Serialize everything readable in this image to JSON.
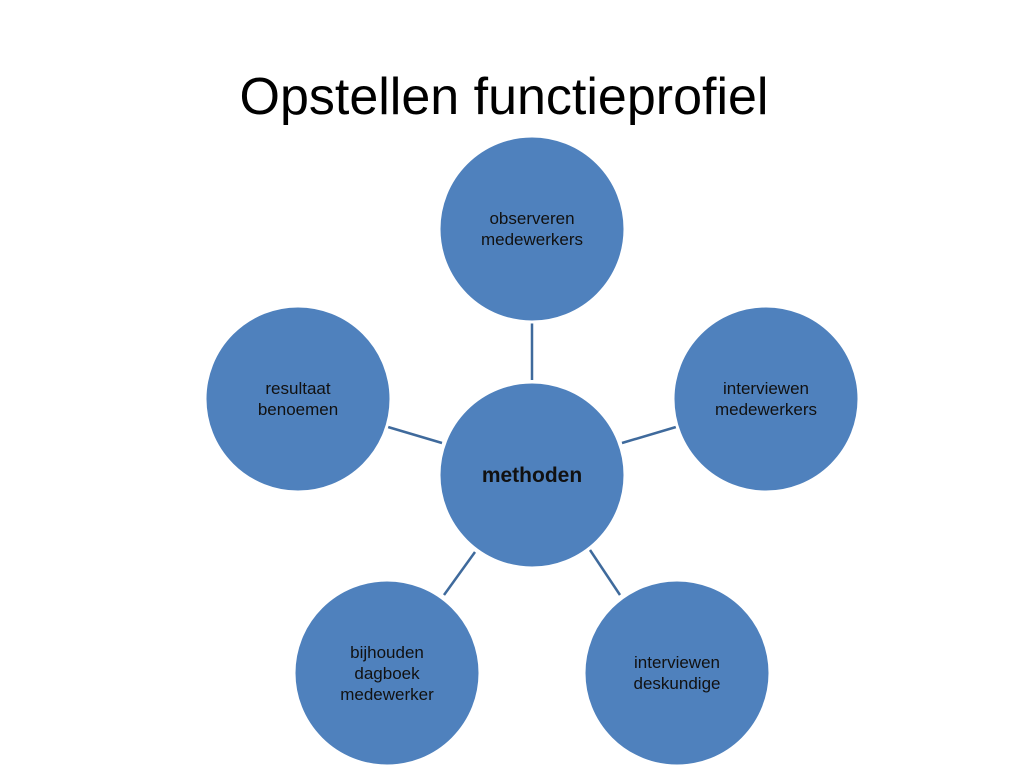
{
  "slide": {
    "title": "Opstellen functieprofiel"
  },
  "diagram": {
    "center": {
      "label": "methoden"
    },
    "nodes": [
      {
        "label": "observeren medewerkers"
      },
      {
        "label": "interviewen medewerkers"
      },
      {
        "label": "interviewen deskundige"
      },
      {
        "label": "bijhouden dagboek medewerker"
      },
      {
        "label": "resultaat benoemen"
      }
    ],
    "colors": {
      "circle_fill": "#4f81bd",
      "circle_stroke": "#ffffff",
      "connector": "#3f6a9c",
      "text": "#111111"
    }
  }
}
